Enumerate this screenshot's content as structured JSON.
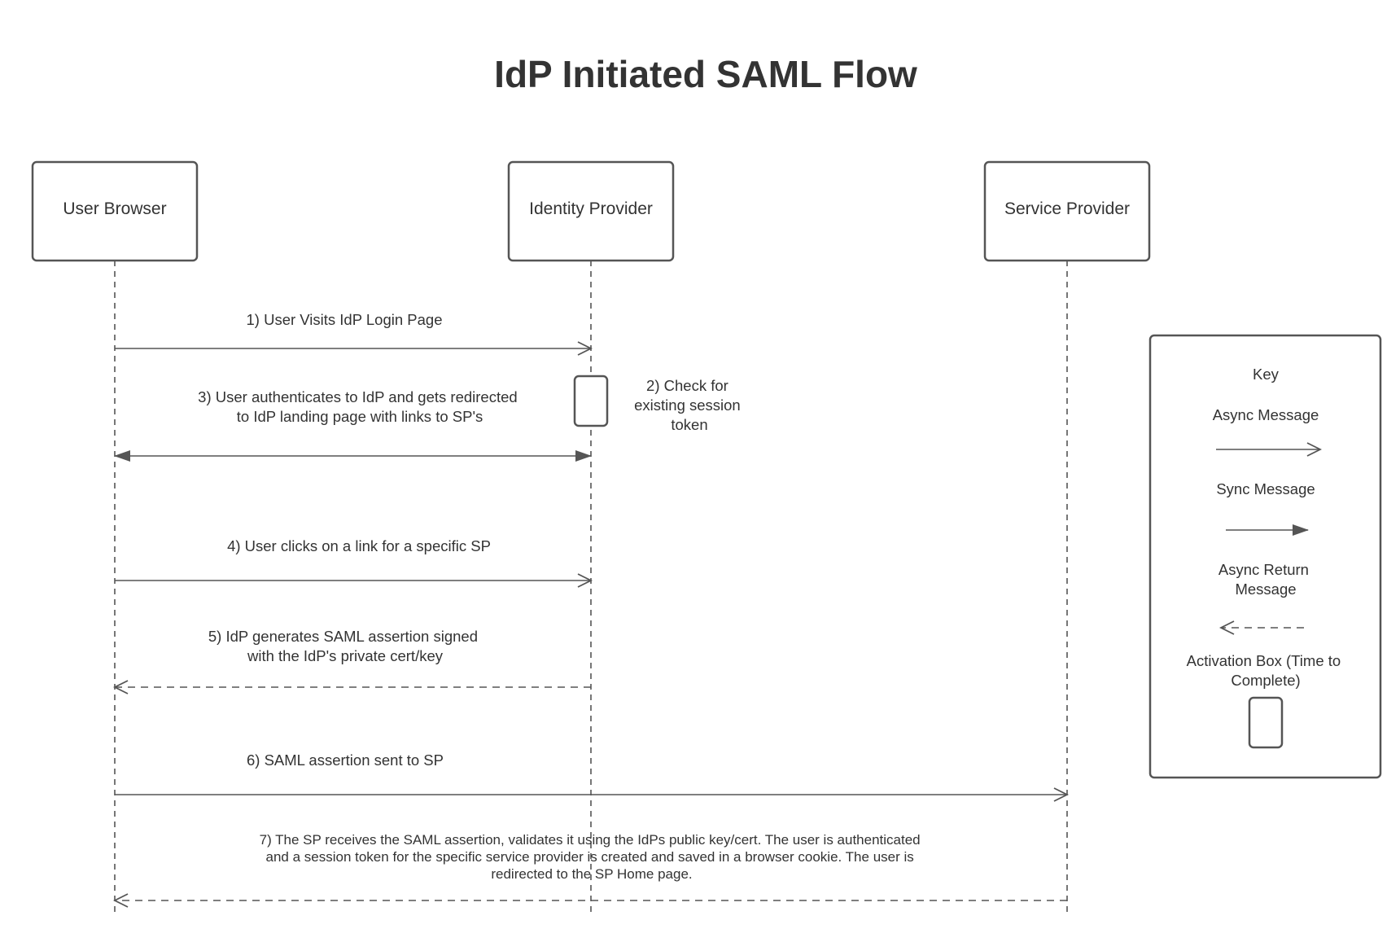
{
  "title": "IdP Initiated SAML Flow",
  "participants": [
    {
      "label": "User Browser"
    },
    {
      "label": "Identity Provider"
    },
    {
      "label": "Service Provider"
    }
  ],
  "messages": [
    {
      "type": "async",
      "from": "User Browser",
      "to": "Identity Provider",
      "lines": [
        "1) User Visits IdP Login Page"
      ]
    },
    {
      "type": "activation",
      "on": "Identity Provider",
      "lines": [
        "2) Check for",
        "existing session",
        "token"
      ]
    },
    {
      "type": "sync-bidirectional",
      "from": "User Browser",
      "to": "Identity Provider",
      "lines": [
        "3) User authenticates to IdP and gets redirected",
        "to IdP landing page with links to SP's"
      ]
    },
    {
      "type": "async",
      "from": "User Browser",
      "to": "Identity Provider",
      "lines": [
        "4) User clicks on a link for a specific SP"
      ]
    },
    {
      "type": "async-return",
      "from": "Identity Provider",
      "to": "User Browser",
      "lines": [
        "5) IdP generates SAML assertion signed",
        "with the IdP's private cert/key"
      ]
    },
    {
      "type": "async",
      "from": "User Browser",
      "to": "Service Provider",
      "lines": [
        "6) SAML assertion sent to SP"
      ]
    },
    {
      "type": "async-return",
      "from": "Service Provider",
      "to": "User Browser",
      "lines": [
        "7) The SP receives the SAML assertion, validates it using the IdPs public key/cert. The user is authenticated",
        "and a session token for the specific service provider is created and saved in a browser cookie. The user is",
        "redirected to the SP Home page."
      ]
    }
  ],
  "key": {
    "title": "Key",
    "async": "Async Message",
    "sync": "Sync Message",
    "async_return": [
      "Async Return",
      "Message"
    ],
    "activation": [
      "Activation Box (Time to",
      "Complete)"
    ]
  },
  "colors": {
    "stroke": "#555555",
    "text": "#333333",
    "background": "#ffffff"
  }
}
